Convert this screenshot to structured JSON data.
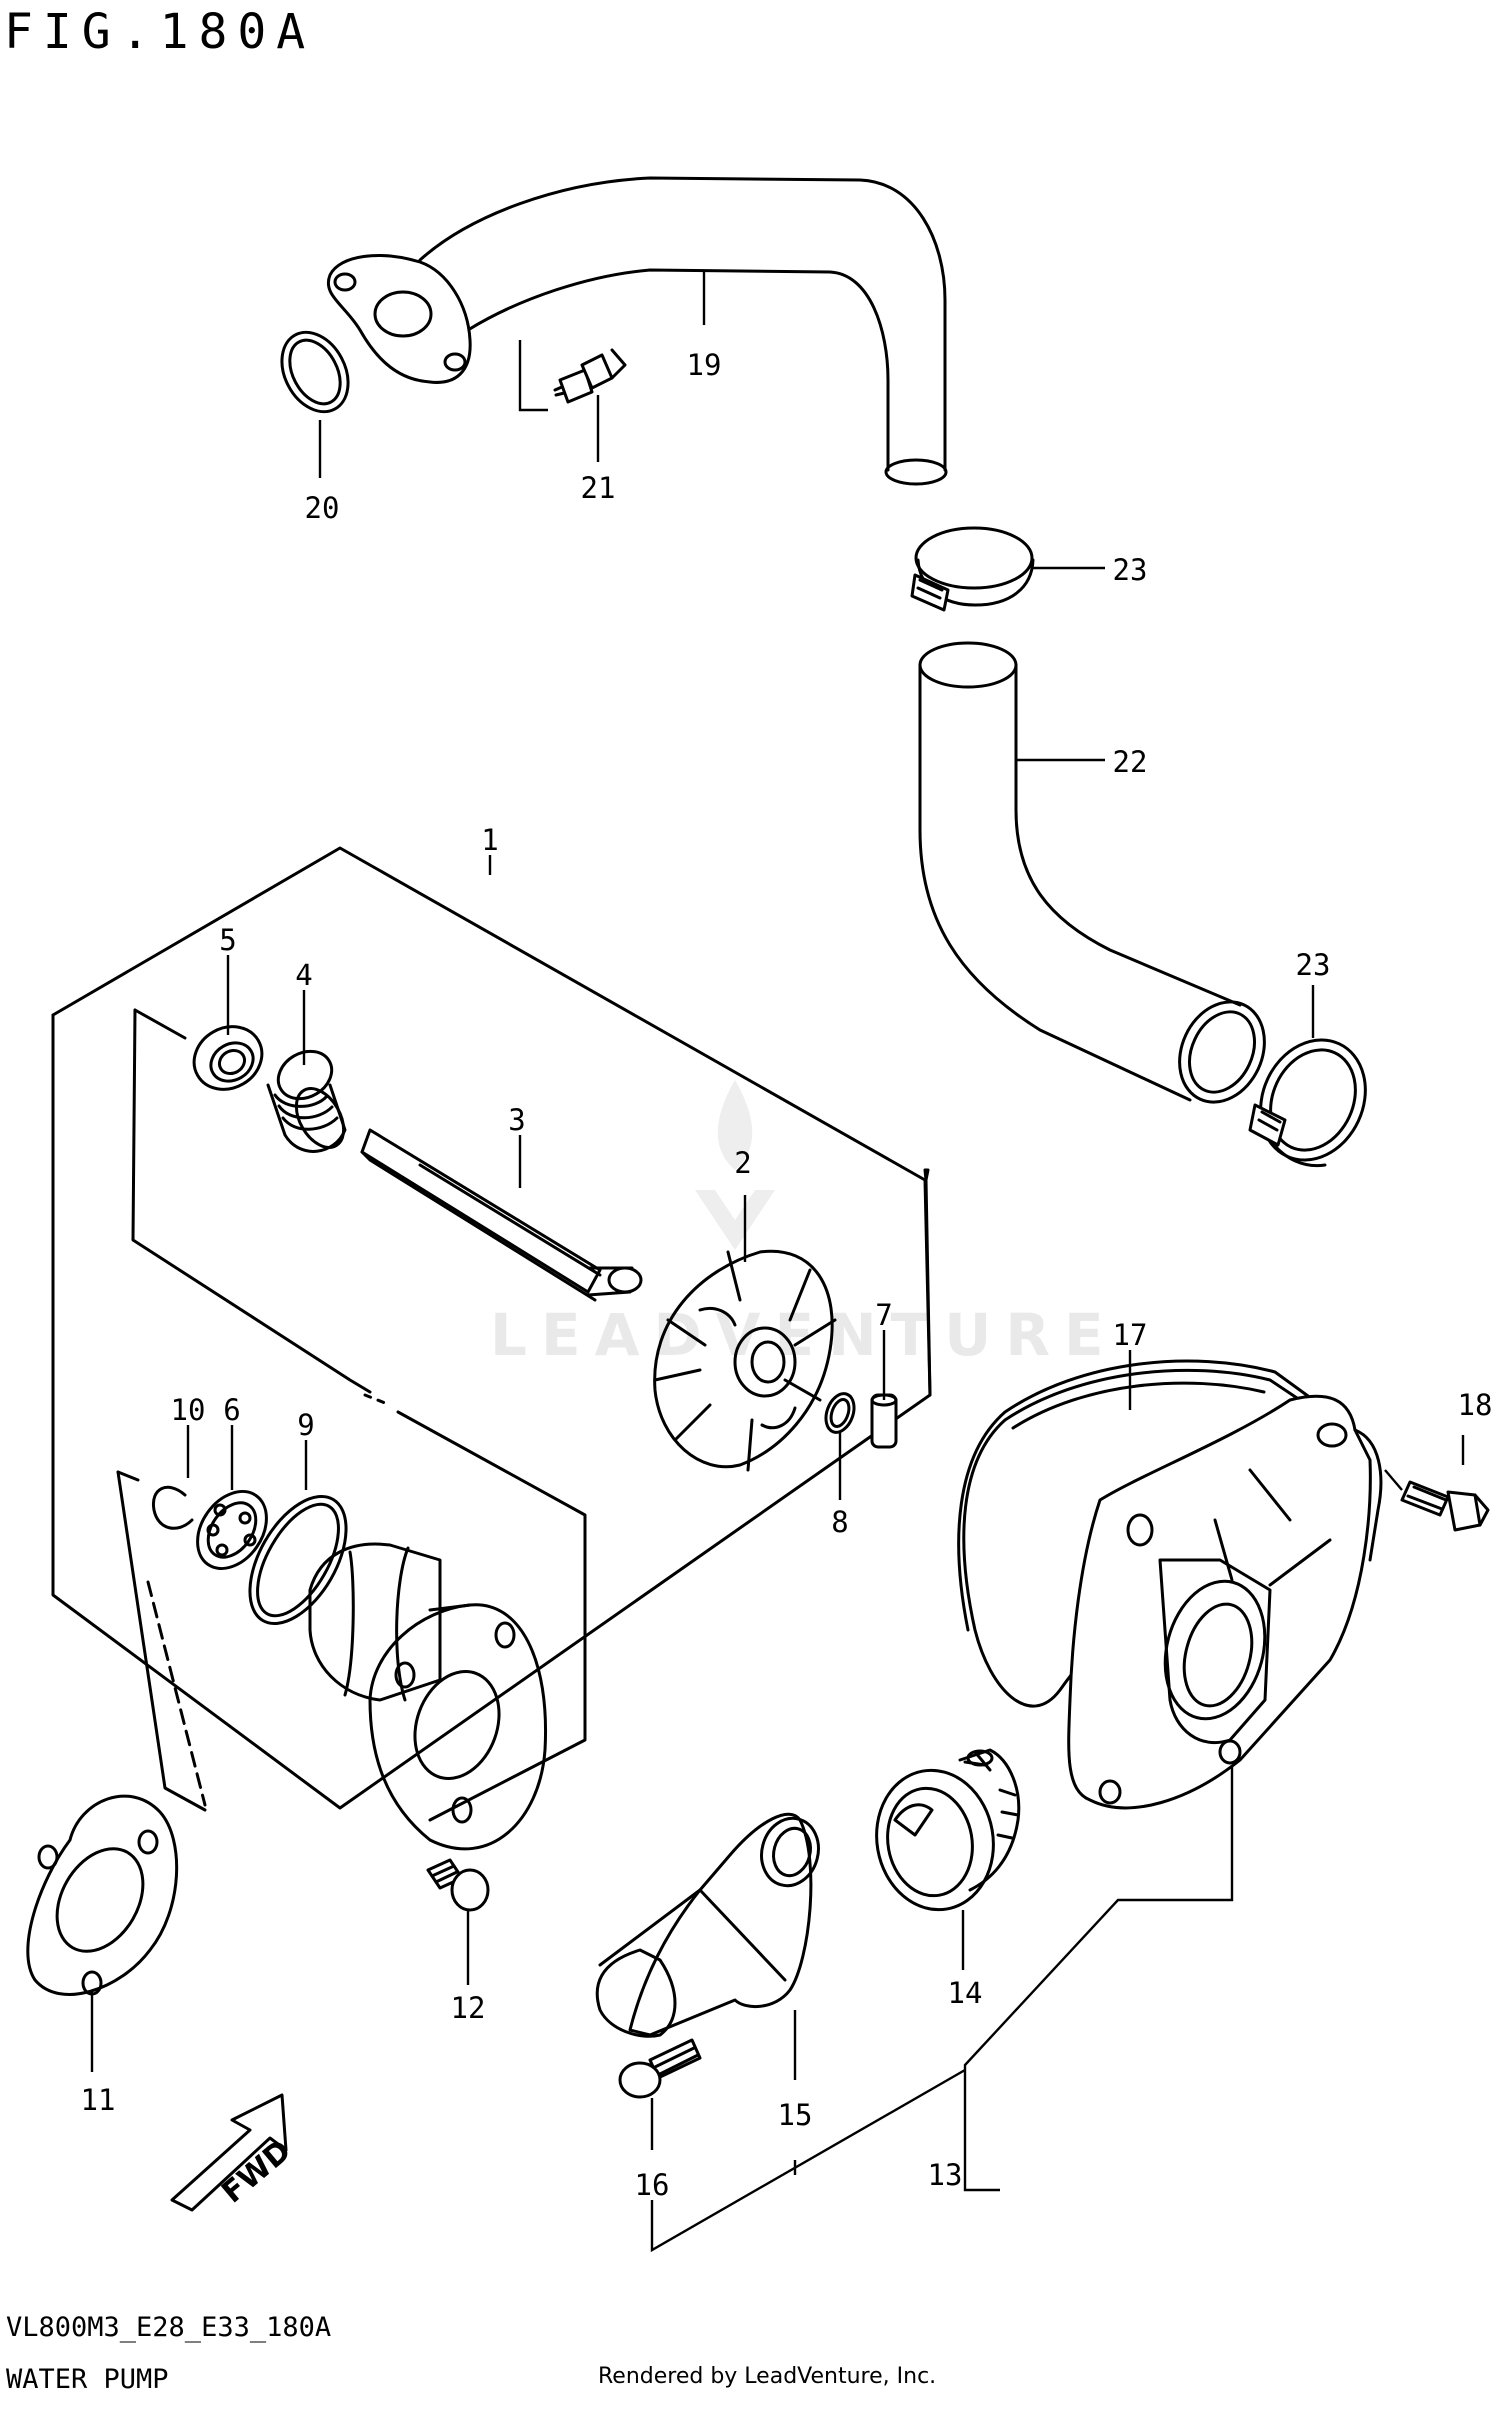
{
  "figure": {
    "title": "FIG.180A",
    "code": "VL800M3_E28_E33_180A",
    "name": "WATER PUMP",
    "credit": "Rendered by LeadVenture, Inc.",
    "watermark": "LEADVENTURE",
    "fwd_label": "FWD"
  },
  "callouts": [
    {
      "id": "1",
      "label": "1"
    },
    {
      "id": "2",
      "label": "2"
    },
    {
      "id": "3",
      "label": "3"
    },
    {
      "id": "4",
      "label": "4"
    },
    {
      "id": "5",
      "label": "5"
    },
    {
      "id": "6",
      "label": "6"
    },
    {
      "id": "7",
      "label": "7"
    },
    {
      "id": "8",
      "label": "8"
    },
    {
      "id": "9",
      "label": "9"
    },
    {
      "id": "10",
      "label": "10"
    },
    {
      "id": "11",
      "label": "11"
    },
    {
      "id": "12",
      "label": "12"
    },
    {
      "id": "13",
      "label": "13"
    },
    {
      "id": "14",
      "label": "14"
    },
    {
      "id": "15",
      "label": "15"
    },
    {
      "id": "16",
      "label": "16"
    },
    {
      "id": "17",
      "label": "17"
    },
    {
      "id": "18",
      "label": "18"
    },
    {
      "id": "19",
      "label": "19"
    },
    {
      "id": "20",
      "label": "20"
    },
    {
      "id": "21",
      "label": "21"
    },
    {
      "id": "22",
      "label": "22"
    },
    {
      "id": "23a",
      "label": "23"
    },
    {
      "id": "23b",
      "label": "23"
    }
  ]
}
